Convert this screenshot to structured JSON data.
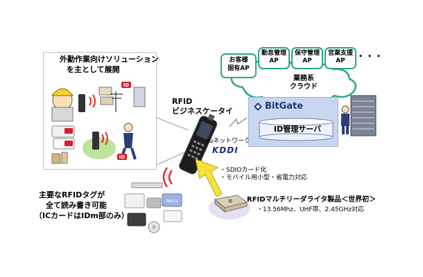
{
  "solution_box": {
    "line1": "外勤作業向けソリューション",
    "line2": "を主として展開"
  },
  "handset": {
    "line1": "RFID",
    "line2": "ビジネスケータイ"
  },
  "network": {
    "label": "auネットワーク",
    "brand": "KDDI"
  },
  "handset_features": [
    "・SDIOカード化",
    "・モバイル用小型・省電力対応"
  ],
  "cloud": {
    "customer_line1": "お客様",
    "customer_line2": "固有AP",
    "apps": [
      {
        "line1": "勤怠管理",
        "line2": "AP"
      },
      {
        "line1": "保守管理",
        "line2": "AP"
      },
      {
        "line1": "営業支援",
        "line2": "AP"
      }
    ],
    "ellipsis": "・・・",
    "business_line1": "業務系",
    "business_line2": "クラウド"
  },
  "server": {
    "brand": "BitGate",
    "label": "ID管理サーバ"
  },
  "tags": {
    "line1": "主要なRFIDタグが",
    "line2": "全て読み書き可能",
    "line3": "（ICカードはIDm部のみ）",
    "card_label": "Felica"
  },
  "writer": {
    "line1": "RFIDマルチリーダライタ製品＜世界初＞",
    "line2": "・13.56Mhz、UHF帯、2.45GHz対応"
  },
  "colors": {
    "cloud_stroke": "#2aa58a",
    "server_fill": "#c9d6ef",
    "arrow_yellow": "#f6e23c",
    "wave_red": "#e8262e",
    "id_red": "#d81e28",
    "green_disc": "#bfe39a"
  }
}
